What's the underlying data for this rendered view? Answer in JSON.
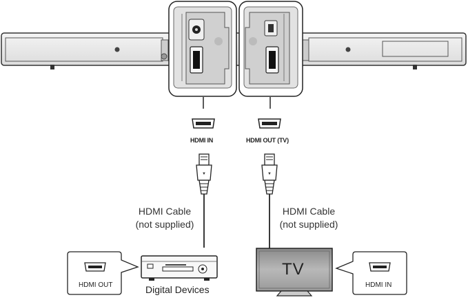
{
  "ports": {
    "hdmi_in": "HDMI IN",
    "hdmi_out_tv": "HDMI OUT (TV)"
  },
  "cables": {
    "left_line1": "HDMI Cable",
    "left_line2": "(not supplied)",
    "right_line1": "HDMI Cable",
    "right_line2": "(not supplied)"
  },
  "devices": {
    "digital_devices": "Digital Devices",
    "tv": "TV"
  },
  "callouts": {
    "left": "HDMI OUT",
    "right": "HDMI IN"
  }
}
